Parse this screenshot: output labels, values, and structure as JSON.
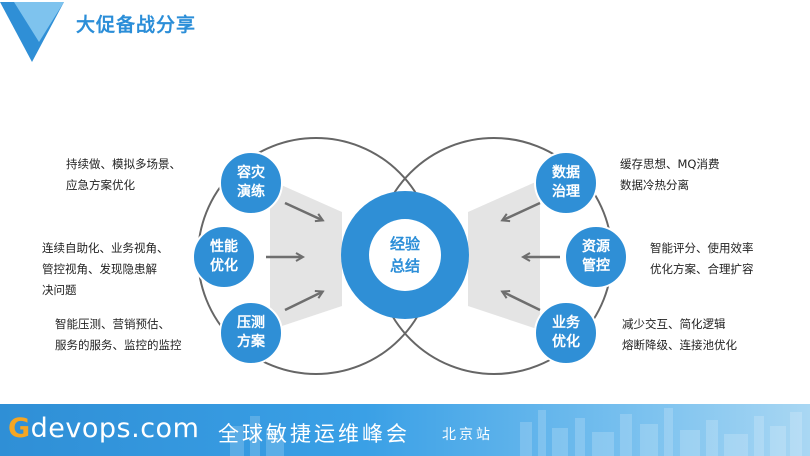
{
  "header": {
    "title": "大促备战分享"
  },
  "center": {
    "label": "经验\n总结"
  },
  "nodes": {
    "drill": "容灾\n演练",
    "perf": "性能\n优化",
    "stress": "压测\n方案",
    "data": "数据\n治理",
    "resource": "资源\n管控",
    "business": "业务\n优化"
  },
  "notes": {
    "drill": "持续做、模拟多场景、\n应急方案优化",
    "perf": "连续自助化、业务视角、\n管控视角、发现隐患解\n决问题",
    "stress": "智能压测、营销预估、\n服务的服务、监控的监控",
    "data": "缓存思想、MQ消费\n数据冷热分离",
    "resource": "智能评分、使用效率\n优化方案、合理扩容",
    "business": "减少交互、简化逻辑\n熔断降级、连接池优化"
  },
  "footer": {
    "brand_g": "G",
    "brand_rest": "devops.com",
    "summit": "全球敏捷运维峰会",
    "city": "北京站"
  },
  "colors": {
    "accent": "#2b8ed8",
    "node": "#2f8fd6",
    "ring": "#666666",
    "shade": "#e4e4e4",
    "arrow": "#6e6e6e"
  }
}
